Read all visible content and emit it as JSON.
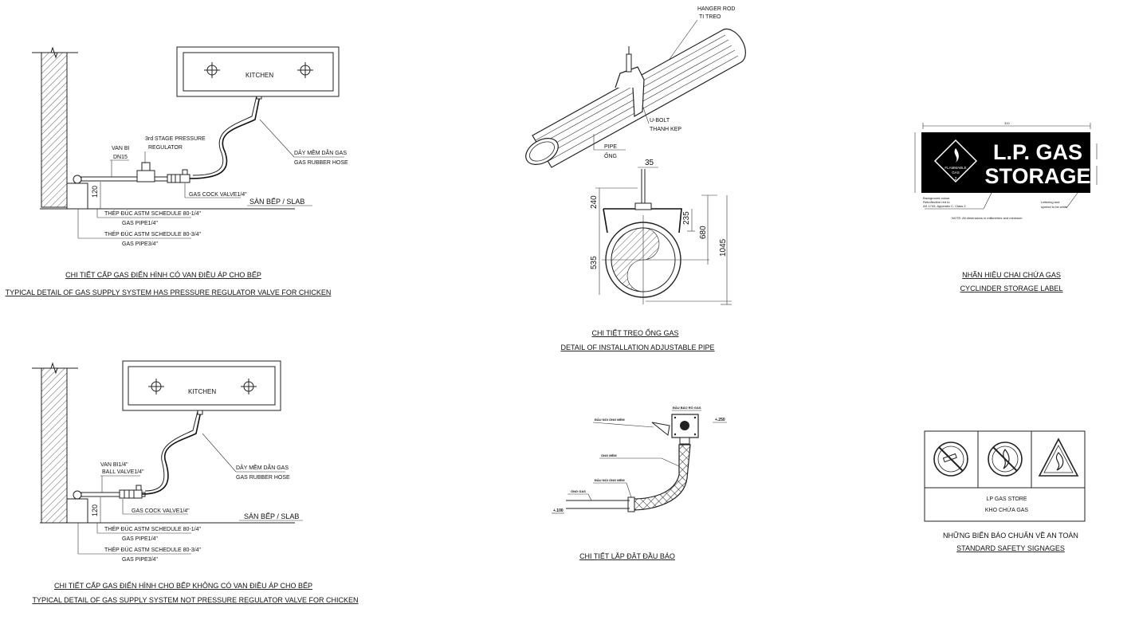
{
  "colors": {
    "ink": "#111111",
    "background": "#ffffff",
    "label_fill": "#000000",
    "label_text": "#ffffff"
  },
  "detail1": {
    "kitchen": "KITCHEN",
    "van_bi": "VAN BI",
    "dn15": "DN15",
    "regulator_1": "3rd STAGE PRESSURE",
    "regulator_2": "REGULATOR",
    "hose_vn": "DÂY MỀM DẪN GAS",
    "hose_en": "GAS RUBBER HOSE",
    "cock_valve": "GAS COCK VALVE1/4\"",
    "slab": "SÀN BẾP / SLAB",
    "dim_120": "120",
    "pipe1_vn": "THÉP ĐÚC ASTM SCHEDULE 80-1/4\"",
    "pipe1_en": "GAS PIPE1/4\"",
    "pipe2_vn": "THÉP ĐÚC ASTM SCHEDULE 80-3/4\"",
    "pipe2_en": "GAS PIPE3/4\"",
    "title_vn": "CHI TIẾT CẤP GAS ĐIỂN HÌNH CÓ VAN ĐIỀU ÁP CHO BẾP",
    "title_en": "TYPICAL DETAIL OF GAS SUPPLY SYSTEM HAS PRESSURE REGULATOR VALVE FOR CHICKEN"
  },
  "detail2": {
    "kitchen": "KITCHEN",
    "ball_valve_vn": "VAN BI1/4\"",
    "ball_valve_en": "BALL VALVE1/4\"",
    "hose_vn": "DÂY MỀM DẪN GAS",
    "hose_en": "GAS RUBBER HOSE",
    "cock_valve": "GAS COCK VALVE1/4\"",
    "slab": "SÀN BẾP / SLAB",
    "dim_120": "120",
    "pipe1_vn": "THÉP ĐÚC ASTM SCHEDULE 80-1/4\"",
    "pipe1_en": "GAS PIPE1/4\"",
    "pipe2_vn": "THÉP ĐÚC ASTM SCHEDULE 80-3/4\"",
    "pipe2_en": "GAS PIPE3/4\"",
    "title_vn": "CHI TIẾT CẤP GAS ĐIỂN HÌNH CHO BẾP KHÔNG CÓ VAN ĐIỀU ÁP CHO BẾP",
    "title_en": "TYPICAL DETAIL OF GAS SUPPLY SYSTEM NOT PRESSURE REGULATOR VALVE FOR CHICKEN"
  },
  "hanger": {
    "rod_en": "HANGER ROD",
    "rod_vn": "TI TREO",
    "ubolt_en": "U-BOLT",
    "ubolt_vn": "THANH KẸP",
    "pipe_en": "PIPE",
    "pipe_vn": "ỐNG",
    "dim_35": "35",
    "dim_240": "240",
    "dim_235": "235",
    "dim_535": "535",
    "dim_680": "680",
    "dim_1045": "1045",
    "title_vn": "CHI TIẾT TREO ỐNG GAS",
    "title_en": "DETAIL OF INSTALLATION ADJUSTABLE PIPE"
  },
  "detector": {
    "head_label": "ĐẦU BÁO RÒ GAS",
    "connector_1": "ĐẦU NỐI ỐNG MỀM",
    "hose": "ỐNG MỀM",
    "connector_2": "ĐẦU NỐI ỐNG MỀM",
    "gas_pipe": "ỐNG GAS",
    "level_top": "+.250",
    "level_bottom": "+.100",
    "title_vn": "CHI TIẾT LẮP ĐẶT ĐẦU BÁO"
  },
  "storage_label": {
    "headline_1": "L.P. GAS",
    "headline_2": "STORAGE",
    "diamond_1": "FLAMMABLE",
    "diamond_2": "GAS",
    "diamond_num": "2",
    "dim_top": "310",
    "note_bg_1": "Background colour",
    "note_bg_2": "Retroflective red to",
    "note_bg_3": "AS 1743, Appendix C, Class 2",
    "note_letter_1": "Lettering and",
    "note_letter_2": "symbol to be white",
    "note_dims": "NOTE: All dimensions in millimetres and minimum",
    "title_vn": "NHÃN HIỆU CHAI CHỨA GAS",
    "title_en": "CYCLINDER STORAGE LABEL"
  },
  "signage": {
    "store_en": "LP GAS STORE",
    "store_vn": "KHO CHỨA GAS",
    "title_vn": "NHỮNG BIỂN BÁO CHUẨN VỀ AN TOÀN",
    "title_en": "STANDARD SAFETY SIGNAGES"
  }
}
